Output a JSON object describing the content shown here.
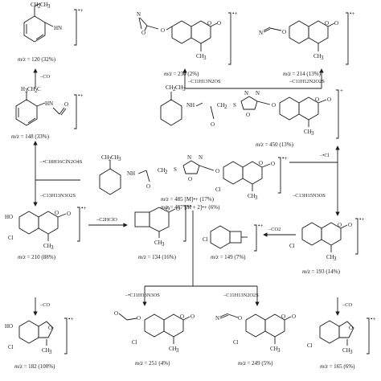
{
  "nodes": [
    {
      "id": "n120",
      "mz": "m/z",
      "value": "= 120 (32%)",
      "charge": "•+"
    },
    {
      "id": "n148",
      "mz": "m/z",
      "value": "= 148 (33%)",
      "charge": "•+"
    },
    {
      "id": "n230",
      "mz": "m/z",
      "value": "= 230 (2%)",
      "charge": "•+"
    },
    {
      "id": "n214",
      "mz": "m/z",
      "value": "= 214 (13%)",
      "charge": "•+"
    },
    {
      "id": "n450",
      "mz": "m/z",
      "value": "= 450 (13%)",
      "charge": "+"
    },
    {
      "id": "n485",
      "mz": "m/z",
      "value": "= 485 [M]•+ (17%)",
      "charge": "•+"
    },
    {
      "id": "n487",
      "mz": "m/z",
      "value": "= 487 [M + 2]•+ (6%)",
      "charge": ""
    },
    {
      "id": "n210",
      "mz": "m/z",
      "value": "= 210 (88%)",
      "charge": "•+"
    },
    {
      "id": "n134",
      "mz": "m/z",
      "value": "= 134 (16%)",
      "charge": "•+"
    },
    {
      "id": "n149",
      "mz": "m/z",
      "value": "= 149 (7%)",
      "charge": "•+"
    },
    {
      "id": "n193",
      "mz": "m/z",
      "value": "= 193 (14%)",
      "charge": "•+"
    },
    {
      "id": "n182",
      "mz": "m/z",
      "value": "= 182 (100%)",
      "charge": "•+"
    },
    {
      "id": "n251",
      "mz": "m/z",
      "value": "= 251 (4%)",
      "charge": "•+"
    },
    {
      "id": "n249",
      "mz": "m/z",
      "value": "= 249 (5%)",
      "charge": "•+"
    },
    {
      "id": "n165",
      "mz": "m/z",
      "value": "= 165 (6%)",
      "charge": "•+"
    }
  ],
  "edges": [
    {
      "id": "e1",
      "label": "–CO"
    },
    {
      "id": "e2",
      "label": "–•C18H16ClN2O4S"
    },
    {
      "id": "e3",
      "label": "–C13H13N3O2S"
    },
    {
      "id": "e4",
      "label": "–C11H13N2OS"
    },
    {
      "id": "e5",
      "label": "–C11H12N2O2S"
    },
    {
      "id": "e6",
      "label": "–•Cl"
    },
    {
      "id": "e7",
      "label": "–C2HClO"
    },
    {
      "id": "e8",
      "label": "–CO2"
    },
    {
      "id": "e9",
      "label": "–C13H15N3OS"
    },
    {
      "id": "e10",
      "label": "–CO"
    },
    {
      "id": "e11",
      "label": "–•C11H13N3OS"
    },
    {
      "id": "e12",
      "label": "–C11H13N2O2S"
    },
    {
      "id": "e13",
      "label": "–CO"
    }
  ],
  "atoms": {
    "HN": "HN",
    "O": "O",
    "N": "N",
    "NH": "NH",
    "H": "H",
    "S": "S",
    "Cl": "Cl",
    "HO": "HO",
    "CH3": "CH3",
    "CH2CH3": "CH2CH3",
    "CH2": "CH2",
    "C": "C"
  }
}
